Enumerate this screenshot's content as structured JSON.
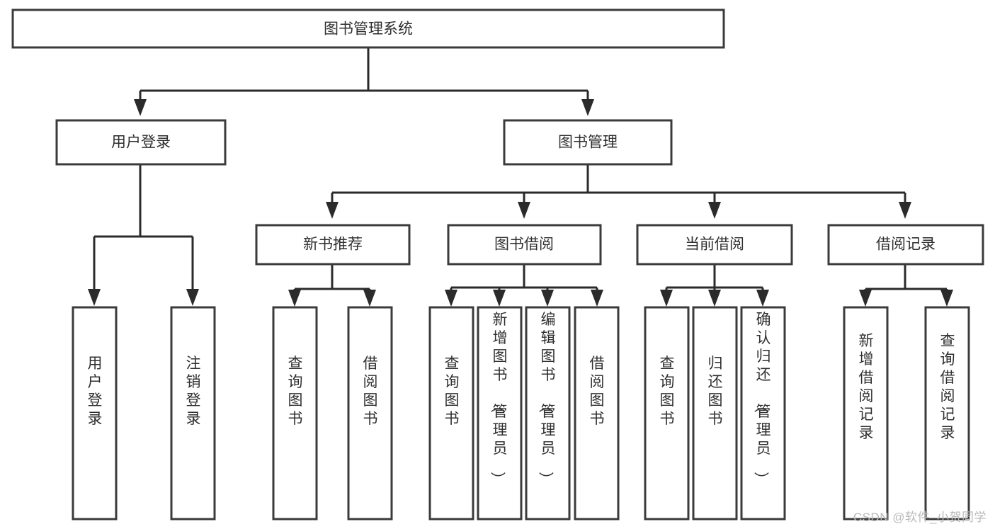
{
  "diagram": {
    "type": "tree",
    "title": "图书管理系统",
    "watermark": "CSDN @软件_小贺同学",
    "colors": {
      "box_stroke": "#3b3b3b",
      "box_fill": "#ffffff",
      "connector": "#2b2b2b",
      "label_text": "#2f2f2f",
      "watermark_text": "#b9b9b9",
      "background": "#ffffff"
    },
    "nodes": {
      "root": {
        "label": "图书管理系统",
        "level": 1,
        "orientation": "horizontal"
      },
      "l2": [
        {
          "id": "user-login",
          "label": "用户登录",
          "orientation": "horizontal"
        },
        {
          "id": "book-manage",
          "label": "图书管理",
          "orientation": "horizontal"
        }
      ],
      "l3": [
        {
          "id": "new-book-recommend",
          "label": "新书推荐",
          "orientation": "horizontal"
        },
        {
          "id": "book-borrow",
          "label": "图书借阅",
          "orientation": "horizontal"
        },
        {
          "id": "current-borrow",
          "label": "当前借阅",
          "orientation": "horizontal"
        },
        {
          "id": "borrow-record",
          "label": "借阅记录",
          "orientation": "horizontal"
        }
      ],
      "leaves": [
        {
          "id": "leaf-user-login",
          "label": "用户登录",
          "parent": "user-login",
          "orientation": "vertical"
        },
        {
          "id": "leaf-logout-login",
          "label": "注销登录",
          "parent": "user-login",
          "orientation": "vertical"
        },
        {
          "id": "leaf-query-book-1",
          "label": "查询图书",
          "parent": "new-book-recommend",
          "orientation": "vertical"
        },
        {
          "id": "leaf-borrow-book-1",
          "label": "借阅图书",
          "parent": "new-book-recommend",
          "orientation": "vertical"
        },
        {
          "id": "leaf-query-book-2",
          "label": "查询图书",
          "parent": "book-borrow",
          "orientation": "vertical"
        },
        {
          "id": "leaf-add-book",
          "label": "新增图书（管理员）",
          "parent": "book-borrow",
          "orientation": "vertical"
        },
        {
          "id": "leaf-edit-book",
          "label": "编辑图书（管理员）",
          "parent": "book-borrow",
          "orientation": "vertical"
        },
        {
          "id": "leaf-borrow-book-2",
          "label": "借阅图书",
          "parent": "book-borrow",
          "orientation": "vertical"
        },
        {
          "id": "leaf-query-book-3",
          "label": "查询图书",
          "parent": "current-borrow",
          "orientation": "vertical"
        },
        {
          "id": "leaf-return-book",
          "label": "归还图书",
          "parent": "current-borrow",
          "orientation": "vertical"
        },
        {
          "id": "leaf-confirm-return",
          "label": "确认归还（管理员）",
          "parent": "current-borrow",
          "orientation": "vertical"
        },
        {
          "id": "leaf-add-borrow-record",
          "label": "新增借阅记录",
          "parent": "borrow-record",
          "orientation": "vertical"
        },
        {
          "id": "leaf-query-borrow-record",
          "label": "查询借阅记录",
          "parent": "borrow-record",
          "orientation": "vertical"
        }
      ]
    }
  }
}
